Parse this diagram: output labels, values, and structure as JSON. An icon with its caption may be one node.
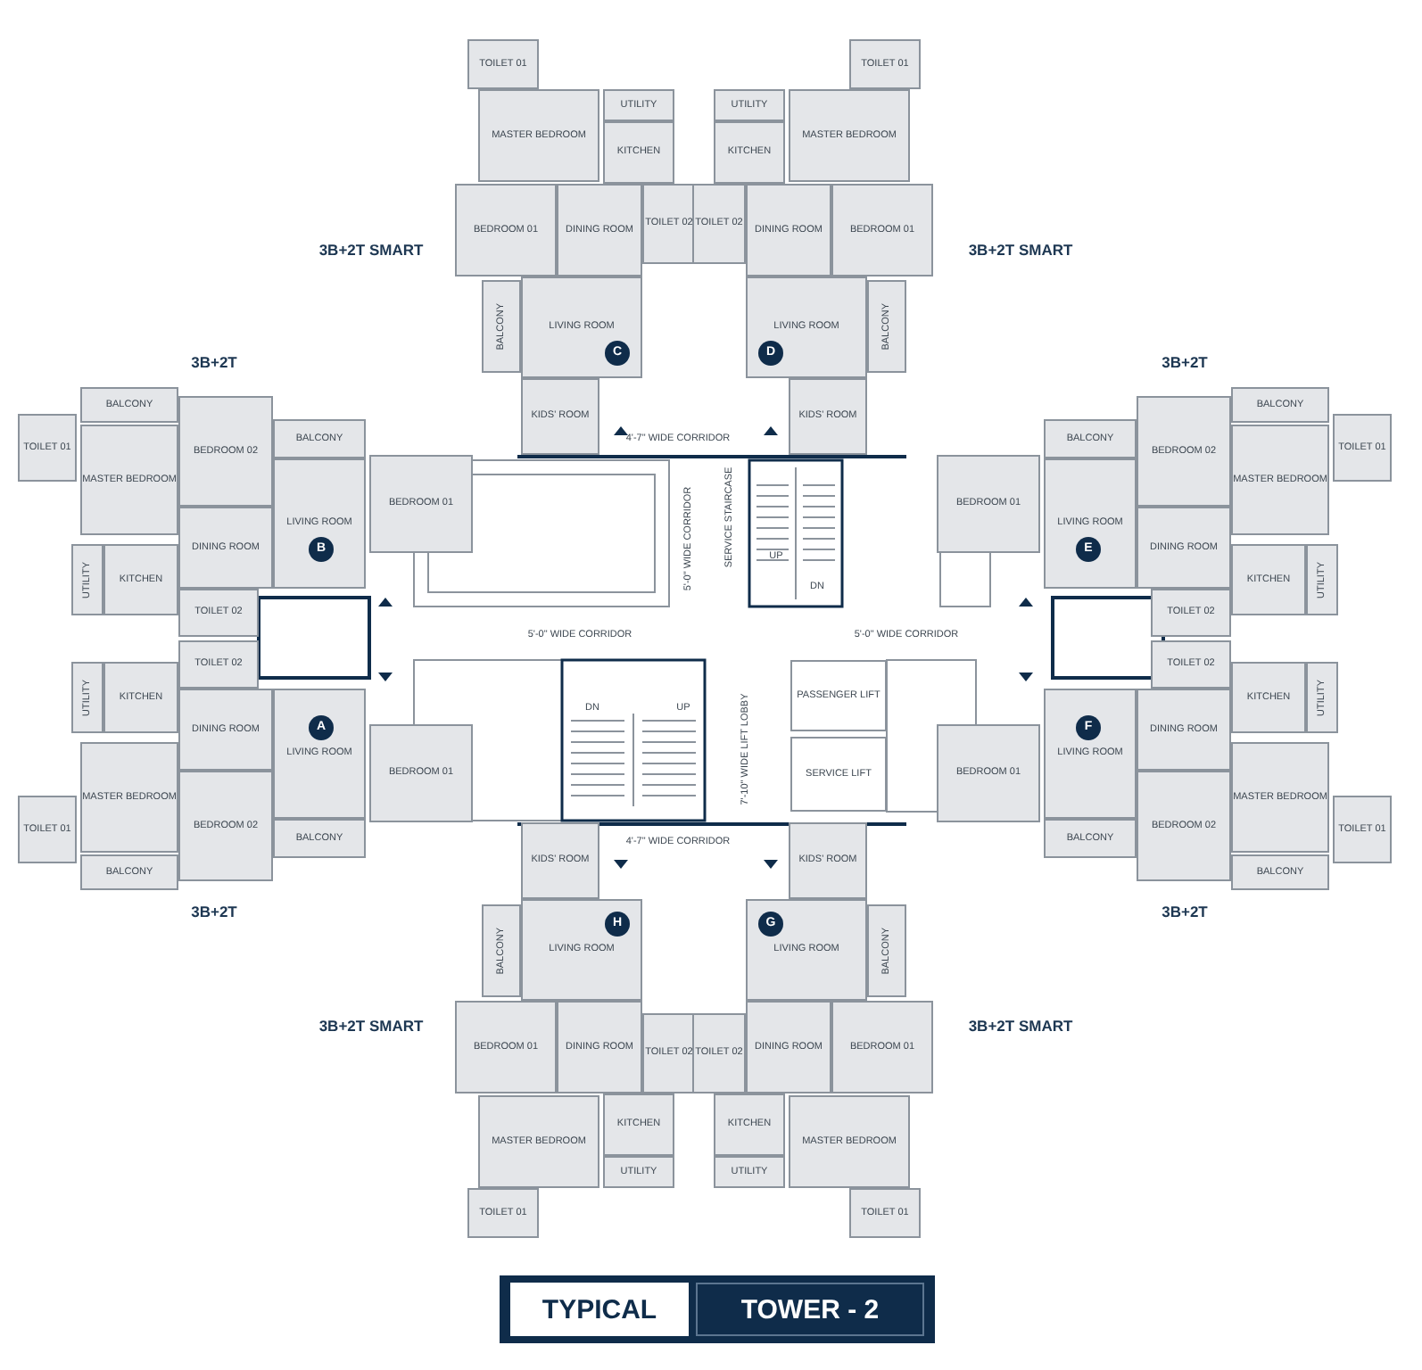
{
  "diagram": {
    "nodes": [
      {
        "text": [
          "TOILET 01"
        ]
      },
      {
        "text": [
          "MASTER BEDROOM"
        ]
      },
      {
        "text": [
          "UTILITY"
        ]
      },
      {
        "text": [
          "KITCHEN"
        ]
      },
      {
        "text": [
          "BEDROOM 01"
        ]
      },
      {
        "text": [
          "DINING ROOM"
        ]
      },
      {
        "text": [
          "TOILET 02"
        ]
      },
      {
        "text": [
          "BALCONY"
        ]
      },
      {
        "text": [
          "LIVING ROOM"
        ]
      },
      {
        "text": [
          "KIDS' ROOM"
        ]
      },
      {
        "text": [
          "C"
        ],
        "in": 8
      },
      {
        "text": [
          "TOILET 01"
        ]
      },
      {
        "text": [
          "MASTER BEDROOM"
        ]
      },
      {
        "text": [
          "UTILITY"
        ]
      },
      {
        "text": [
          "KITCHEN"
        ]
      },
      {
        "text": [
          "BEDROOM 01"
        ]
      },
      {
        "text": [
          "DINING ROOM"
        ]
      },
      {
        "text": [
          "TOILET 02"
        ]
      },
      {
        "text": [
          "BALCONY"
        ]
      },
      {
        "text": [
          "LIVING ROOM"
        ]
      },
      {
        "text": [
          "KIDS' ROOM"
        ]
      },
      {
        "text": [
          "D"
        ],
        "in": 19
      },
      {
        "text": [
          "BALCONY"
        ]
      },
      {
        "text": [
          "TOILET 01"
        ]
      },
      {
        "text": [
          "MASTER BEDROOM"
        ]
      },
      {
        "text": [
          "BEDROOM 02"
        ]
      },
      {
        "text": [
          "BALCONY"
        ]
      },
      {
        "text": [
          "LIVING ROOM"
        ]
      },
      {
        "text": [
          "BEDROOM 01"
        ]
      },
      {
        "text": [
          "DINING ROOM"
        ]
      },
      {
        "text": [
          "UTILITY"
        ]
      },
      {
        "text": [
          "KITCHEN"
        ]
      },
      {
        "text": [
          "TOILET 02"
        ]
      },
      {
        "text": [
          "B"
        ],
        "in": 27
      },
      {
        "text": [
          "BALCONY"
        ]
      },
      {
        "text": [
          "TOILET 01"
        ]
      },
      {
        "text": [
          "MASTER BEDROOM"
        ]
      },
      {
        "text": [
          "BEDROOM 02"
        ]
      },
      {
        "text": [
          "BALCONY"
        ]
      },
      {
        "text": [
          "LIVING ROOM"
        ]
      },
      {
        "text": [
          "BEDROOM 01"
        ]
      },
      {
        "text": [
          "DINING ROOM"
        ]
      },
      {
        "text": [
          "UTILITY"
        ]
      },
      {
        "text": [
          "KITCHEN"
        ]
      },
      {
        "text": [
          "TOILET 02"
        ]
      },
      {
        "text": [
          "E"
        ],
        "in": 39
      },
      {
        "text": [
          "PASSENGER LIFT"
        ]
      },
      {
        "text": [
          "SERVICE LIFT"
        ]
      },
      {
        "text": [
          "BALCONY"
        ]
      },
      {
        "text": [
          "TOILET 01"
        ]
      },
      {
        "text": [
          "MASTER BEDROOM"
        ]
      },
      {
        "text": [
          "BEDROOM 02"
        ]
      },
      {
        "text": [
          "BALCONY"
        ]
      },
      {
        "text": [
          "LIVING ROOM"
        ]
      },
      {
        "text": [
          "BEDROOM 01"
        ]
      },
      {
        "text": [
          "DINING ROOM"
        ]
      },
      {
        "text": [
          "UTILITY"
        ]
      },
      {
        "text": [
          "KITCHEN"
        ]
      },
      {
        "text": [
          "TOILET 02"
        ]
      },
      {
        "text": [
          "A"
        ],
        "in": 53
      },
      {
        "text": [
          "BALCONY"
        ]
      },
      {
        "text": [
          "TOILET 01"
        ]
      },
      {
        "text": [
          "MASTER BEDROOM"
        ]
      },
      {
        "text": [
          "BEDROOM 02"
        ]
      },
      {
        "text": [
          "BALCONY"
        ]
      },
      {
        "text": [
          "LIVING ROOM"
        ]
      },
      {
        "text": [
          "BEDROOM 01"
        ]
      },
      {
        "text": [
          "DINING ROOM"
        ]
      },
      {
        "text": [
          "UTILITY"
        ]
      },
      {
        "text": [
          "KITCHEN"
        ]
      },
      {
        "text": [
          "TOILET 02"
        ]
      },
      {
        "text": [
          "F"
        ],
        "in": 65
      },
      {
        "text": [
          "TOILET 01"
        ]
      },
      {
        "text": [
          "MASTER BEDROOM"
        ]
      },
      {
        "text": [
          "UTILITY"
        ]
      },
      {
        "text": [
          "KITCHEN"
        ]
      },
      {
        "text": [
          "BEDROOM 01"
        ]
      },
      {
        "text": [
          "DINING ROOM"
        ]
      },
      {
        "text": [
          "TOILET 02"
        ]
      },
      {
        "text": [
          "BALCONY"
        ]
      },
      {
        "text": [
          "LIVING ROOM"
        ]
      },
      {
        "text": [
          "KIDS' ROOM"
        ]
      },
      {
        "text": [
          "H"
        ],
        "in": 80
      },
      {
        "text": [
          "TOILET 01"
        ]
      },
      {
        "text": [
          "MASTER BEDROOM"
        ]
      },
      {
        "text": [
          "UTILITY"
        ]
      },
      {
        "text": [
          "KITCHEN"
        ]
      },
      {
        "text": [
          "BEDROOM 01"
        ]
      },
      {
        "text": [
          "DINING ROOM"
        ]
      },
      {
        "text": [
          "TOILET 02"
        ]
      },
      {
        "text": [
          "BALCONY"
        ]
      },
      {
        "text": [
          "LIVING ROOM"
        ]
      },
      {
        "text": [
          "KIDS' ROOM"
        ]
      },
      {
        "text": [
          "G"
        ],
        "in": 91
      }
    ],
    "labels": [
      "3B+2T SMART",
      "3B+2T SMART",
      "3B+2T",
      "3B+2T",
      "4'-7\" WIDE CORRIDOR",
      "SERVICE STAIRCASE",
      "UP",
      "DN",
      "5'-0\" WIDE CORRIDOR",
      "5'-0\" WIDE CORRIDOR",
      "5'-0\" WIDE CORRIDOR",
      "DN",
      "UP",
      "7'-10\" WIDE LIFT LOBBY",
      "4'-7\" WIDE CORRIDOR",
      "3B+2T",
      "3B+2T",
      "3B+2T SMART",
      "3B+2T SMART",
      "TYPICAL",
      "TOWER - 2"
    ]
  }
}
